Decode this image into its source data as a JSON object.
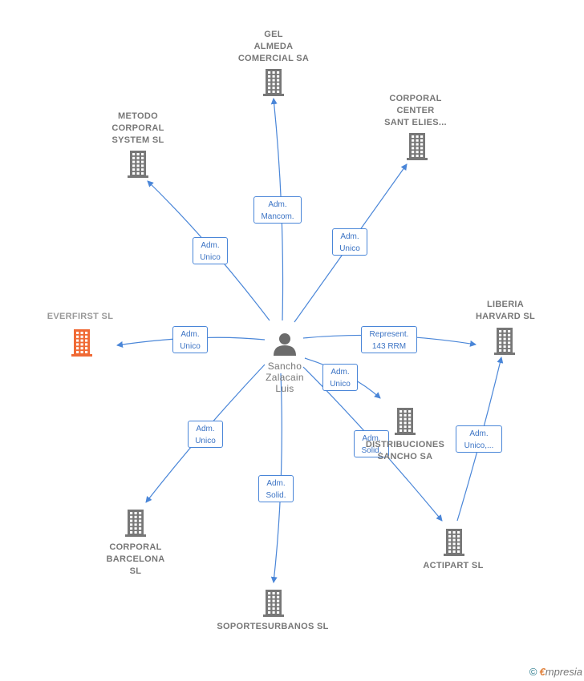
{
  "colors": {
    "edge": "#4a86d8",
    "company": "#777777",
    "highlight_company": "#f06a35",
    "person": "#6b6b6b"
  },
  "center": {
    "name_lines": [
      "Sancho",
      "Zalacain",
      "Luis"
    ],
    "icon": "person-icon"
  },
  "companies": [
    {
      "id": "gel",
      "lines": [
        "GEL",
        "ALMEDA",
        "COMERCIAL SA"
      ],
      "icon": "building-icon"
    },
    {
      "id": "corporal-center",
      "lines": [
        "CORPORAL",
        "CENTER",
        "SANT ELIES..."
      ],
      "icon": "building-icon"
    },
    {
      "id": "metodo",
      "lines": [
        "METODO",
        "CORPORAL",
        "SYSTEM  SL"
      ],
      "icon": "building-icon"
    },
    {
      "id": "everfirst",
      "lines": [
        "EVERFIRST SL"
      ],
      "icon": "building-icon",
      "highlight": true
    },
    {
      "id": "liberia",
      "lines": [
        "LIBERIA",
        "HARVARD SL"
      ],
      "icon": "building-icon"
    },
    {
      "id": "distribuciones",
      "lines": [
        "DISTRIBUCIONES",
        "SANCHO SA"
      ],
      "icon": "building-icon"
    },
    {
      "id": "corporal-barcelona",
      "lines": [
        "CORPORAL",
        "BARCELONA",
        "SL"
      ],
      "icon": "building-icon"
    },
    {
      "id": "soportes",
      "lines": [
        "SOPORTESURBANOS SL"
      ],
      "icon": "building-icon"
    },
    {
      "id": "actipart",
      "lines": [
        "ACTIPART SL"
      ],
      "icon": "building-icon"
    }
  ],
  "edges": [
    {
      "id": "to-gel",
      "lines": [
        "Adm.",
        "Mancom."
      ]
    },
    {
      "id": "to-corporal-center",
      "lines": [
        "Adm.",
        "Unico"
      ]
    },
    {
      "id": "to-metodo",
      "lines": [
        "Adm.",
        "Unico"
      ]
    },
    {
      "id": "to-everfirst",
      "lines": [
        "Adm.",
        "Unico"
      ]
    },
    {
      "id": "to-liberia",
      "lines": [
        "Represent.",
        "143 RRM"
      ]
    },
    {
      "id": "to-distribuciones",
      "lines": [
        "Adm.",
        "Unico"
      ]
    },
    {
      "id": "to-actipart",
      "lines": [
        "Adm.",
        "Solid."
      ]
    },
    {
      "id": "actipart-to-liberia",
      "lines": [
        "Adm.",
        "Unico,..."
      ]
    },
    {
      "id": "to-corporal-barcelona",
      "lines": [
        "Adm.",
        "Unico"
      ]
    },
    {
      "id": "to-soportes",
      "lines": [
        "Adm.",
        "Solid."
      ]
    }
  ],
  "footer": {
    "copyright": "©",
    "brand_initial": "€",
    "brand_rest": "mpresia"
  }
}
